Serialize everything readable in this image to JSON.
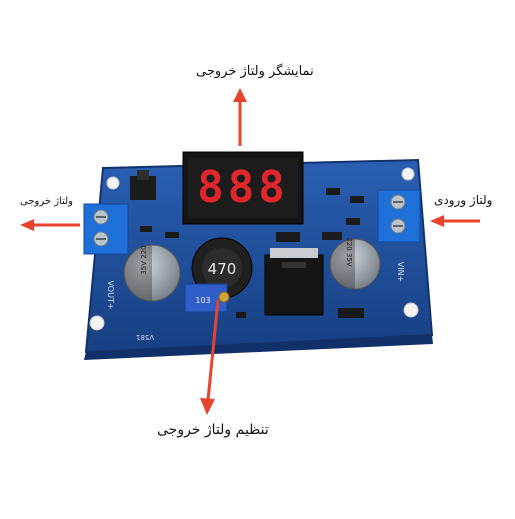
{
  "labels": {
    "display_output": "نمایشگر ولتاژ خروجی",
    "output_voltage": "ولتاژ خروجی",
    "input_voltage": "ولتاژ ورودی",
    "adjust_output": "تنظیم ولتاژ خروجی"
  },
  "board": {
    "display_digits": "888",
    "inductor_marking": "470",
    "pot_marking": "103",
    "cap_left_marking": "35V 220",
    "cap_right_marking": "220 35V",
    "silk_out": "VOUT+",
    "silk_in": "VIN+",
    "silk_model": "V581"
  },
  "colors": {
    "pcb": "#1f4f9e",
    "pcb_dark": "#173d7a",
    "arrow": "#e8432c",
    "terminal": "#1e6fd8",
    "display_digit": "#e0262a"
  }
}
